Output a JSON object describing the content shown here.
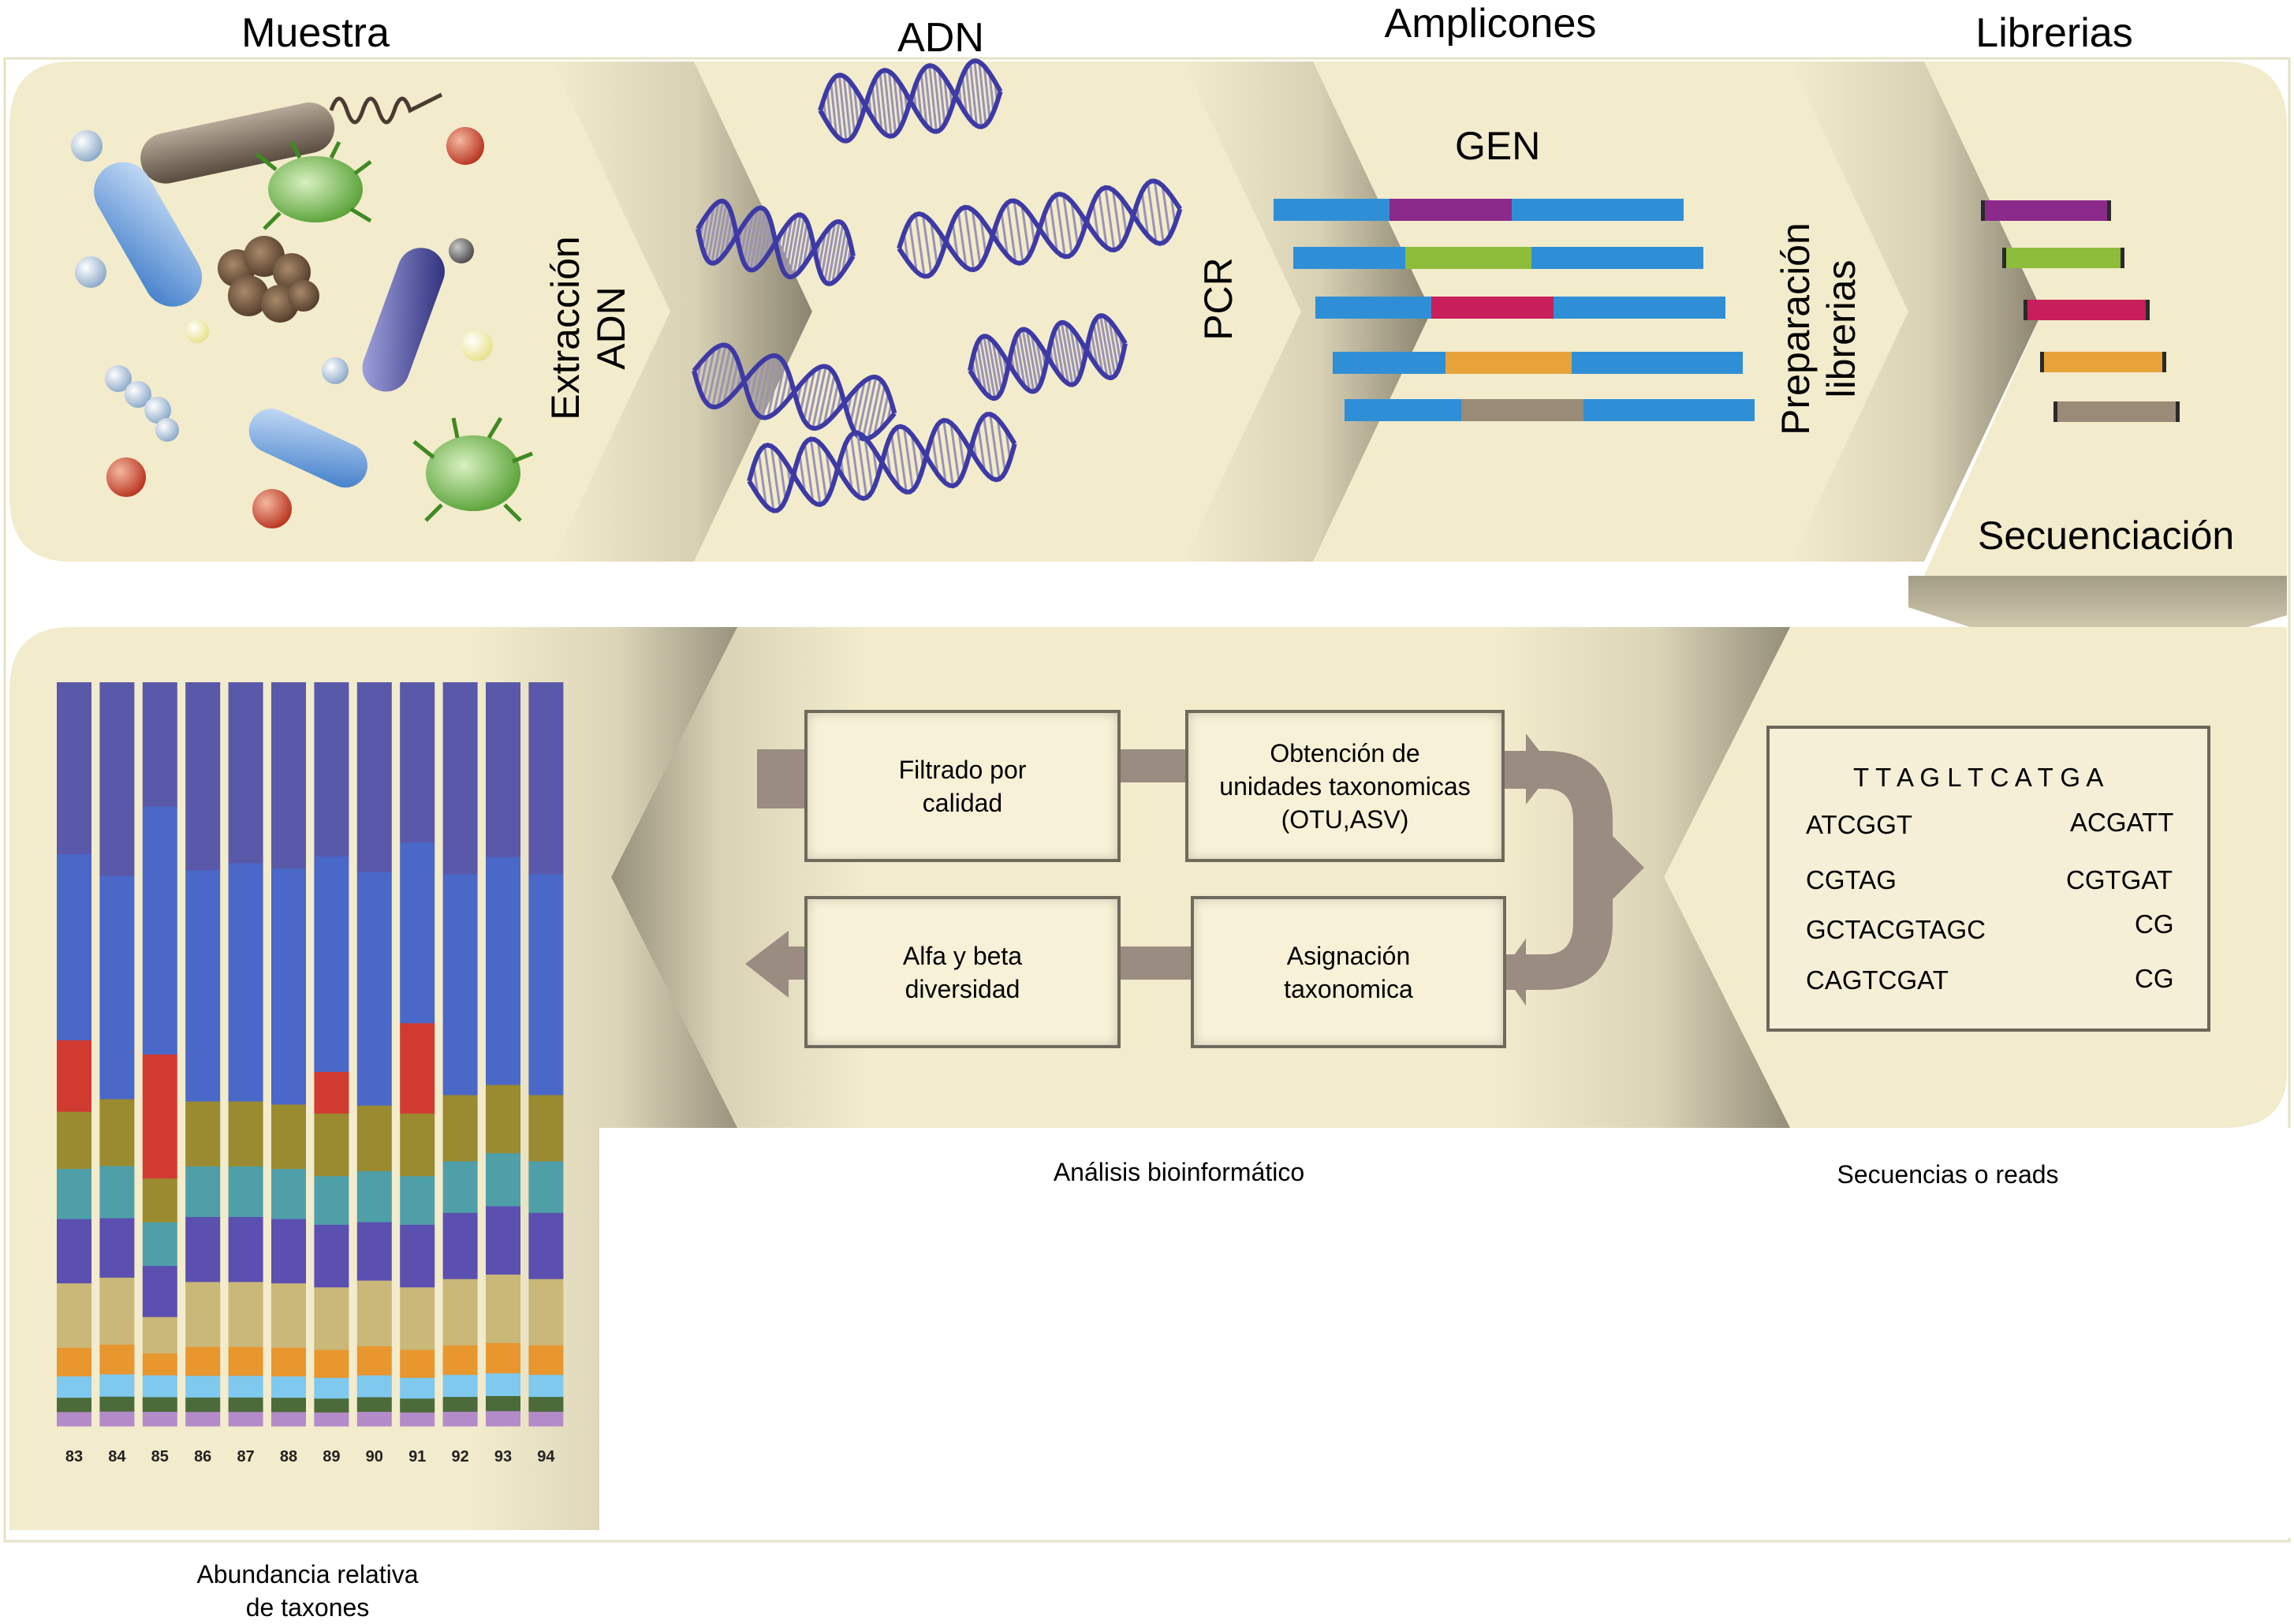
{
  "stages": {
    "muestra": "Muestra",
    "adn": "ADN",
    "amplicones": "Amplicones",
    "librerias": "Librerias"
  },
  "steps": {
    "extraccion_line1": "Extracción",
    "extraccion_line2": "ADN",
    "pcr": "PCR",
    "preparacion_line1": "Preparación",
    "preparacion_line2": "librerias",
    "secuenciacion": "Secuenciación"
  },
  "gene_label": "GEN",
  "bioinformatics": {
    "filtrado_line1": "Filtrado por",
    "filtrado_line2": "calidad",
    "obtencion_line1": "Obtención de",
    "obtencion_line2": "unidades taxonomicas",
    "obtencion_line3": "(OTU,ASV)",
    "alfa_line1": "Alfa y beta",
    "alfa_line2": "diversidad",
    "asignacion_line1": "Asignación",
    "asignacion_line2": "taxonomica"
  },
  "reads": {
    "header": "T T A G L T C A T G A",
    "left": [
      "ATCGGT",
      "CGTAG",
      "GCTACGTAGC",
      "CAGTCGAT"
    ],
    "right": [
      "ACGATT",
      "CGTGAT",
      "CG",
      "CG"
    ]
  },
  "captions": {
    "analisis": "Análisis bioinformático",
    "secuencias": "Secuencias o reads",
    "abundancia_line1": "Abundancia relativa",
    "abundancia_line2": "de taxones"
  },
  "chart_data": {
    "type": "bar",
    "stacked": true,
    "normalized": true,
    "categories": [
      "83",
      "84",
      "85",
      "86",
      "87",
      "88",
      "89",
      "90",
      "91",
      "92",
      "93",
      "94"
    ],
    "series": [
      {
        "color": "#b38bc8",
        "values": [
          2,
          2,
          2,
          2,
          2,
          2,
          2,
          2,
          2,
          2,
          2,
          2
        ]
      },
      {
        "color": "#4b6b3a",
        "values": [
          2,
          2,
          2,
          2,
          2,
          2,
          2,
          2,
          2,
          2,
          2,
          2
        ]
      },
      {
        "color": "#7fc8ee",
        "values": [
          3,
          3,
          3,
          3,
          3,
          3,
          3,
          3,
          3,
          3,
          3,
          3
        ]
      },
      {
        "color": "#e8962e",
        "values": [
          4,
          4,
          3,
          4,
          4,
          4,
          4,
          4,
          4,
          4,
          4,
          4
        ]
      },
      {
        "color": "#c9b878",
        "values": [
          9,
          9,
          5,
          9,
          9,
          9,
          9,
          9,
          9,
          9,
          9,
          9
        ]
      },
      {
        "color": "#5b4fb0",
        "values": [
          9,
          8,
          7,
          9,
          9,
          9,
          9,
          8,
          9,
          9,
          9,
          9
        ]
      },
      {
        "color": "#4e9fa8",
        "values": [
          7,
          7,
          6,
          7,
          7,
          7,
          7,
          7,
          7,
          7,
          7,
          7
        ]
      },
      {
        "color": "#9a8a30",
        "values": [
          8,
          9,
          6,
          9,
          9,
          9,
          9,
          9,
          9,
          9,
          9,
          9
        ]
      },
      {
        "color": "#d03a30",
        "values": [
          10,
          0,
          17,
          0,
          0,
          0,
          6,
          0,
          13,
          0,
          0,
          0
        ]
      },
      {
        "color": "#4a68c8",
        "values": [
          26,
          30,
          34,
          32,
          33,
          33,
          31,
          32,
          26,
          30,
          30,
          30
        ]
      },
      {
        "color": "#5a58a8",
        "values": [
          24,
          26,
          17,
          26,
          25,
          26,
          25,
          26,
          23,
          26,
          23,
          26
        ]
      }
    ]
  },
  "colors": {
    "panel": "#f2ebcc",
    "gene_blue": "#2f8fd6",
    "insert_purple": "#8b2a8a",
    "insert_green": "#8dbd3a",
    "insert_red": "#c81e5a",
    "insert_orange": "#e8a23a",
    "insert_taupe": "#9a8a78",
    "arrow": "#9a8c80"
  }
}
